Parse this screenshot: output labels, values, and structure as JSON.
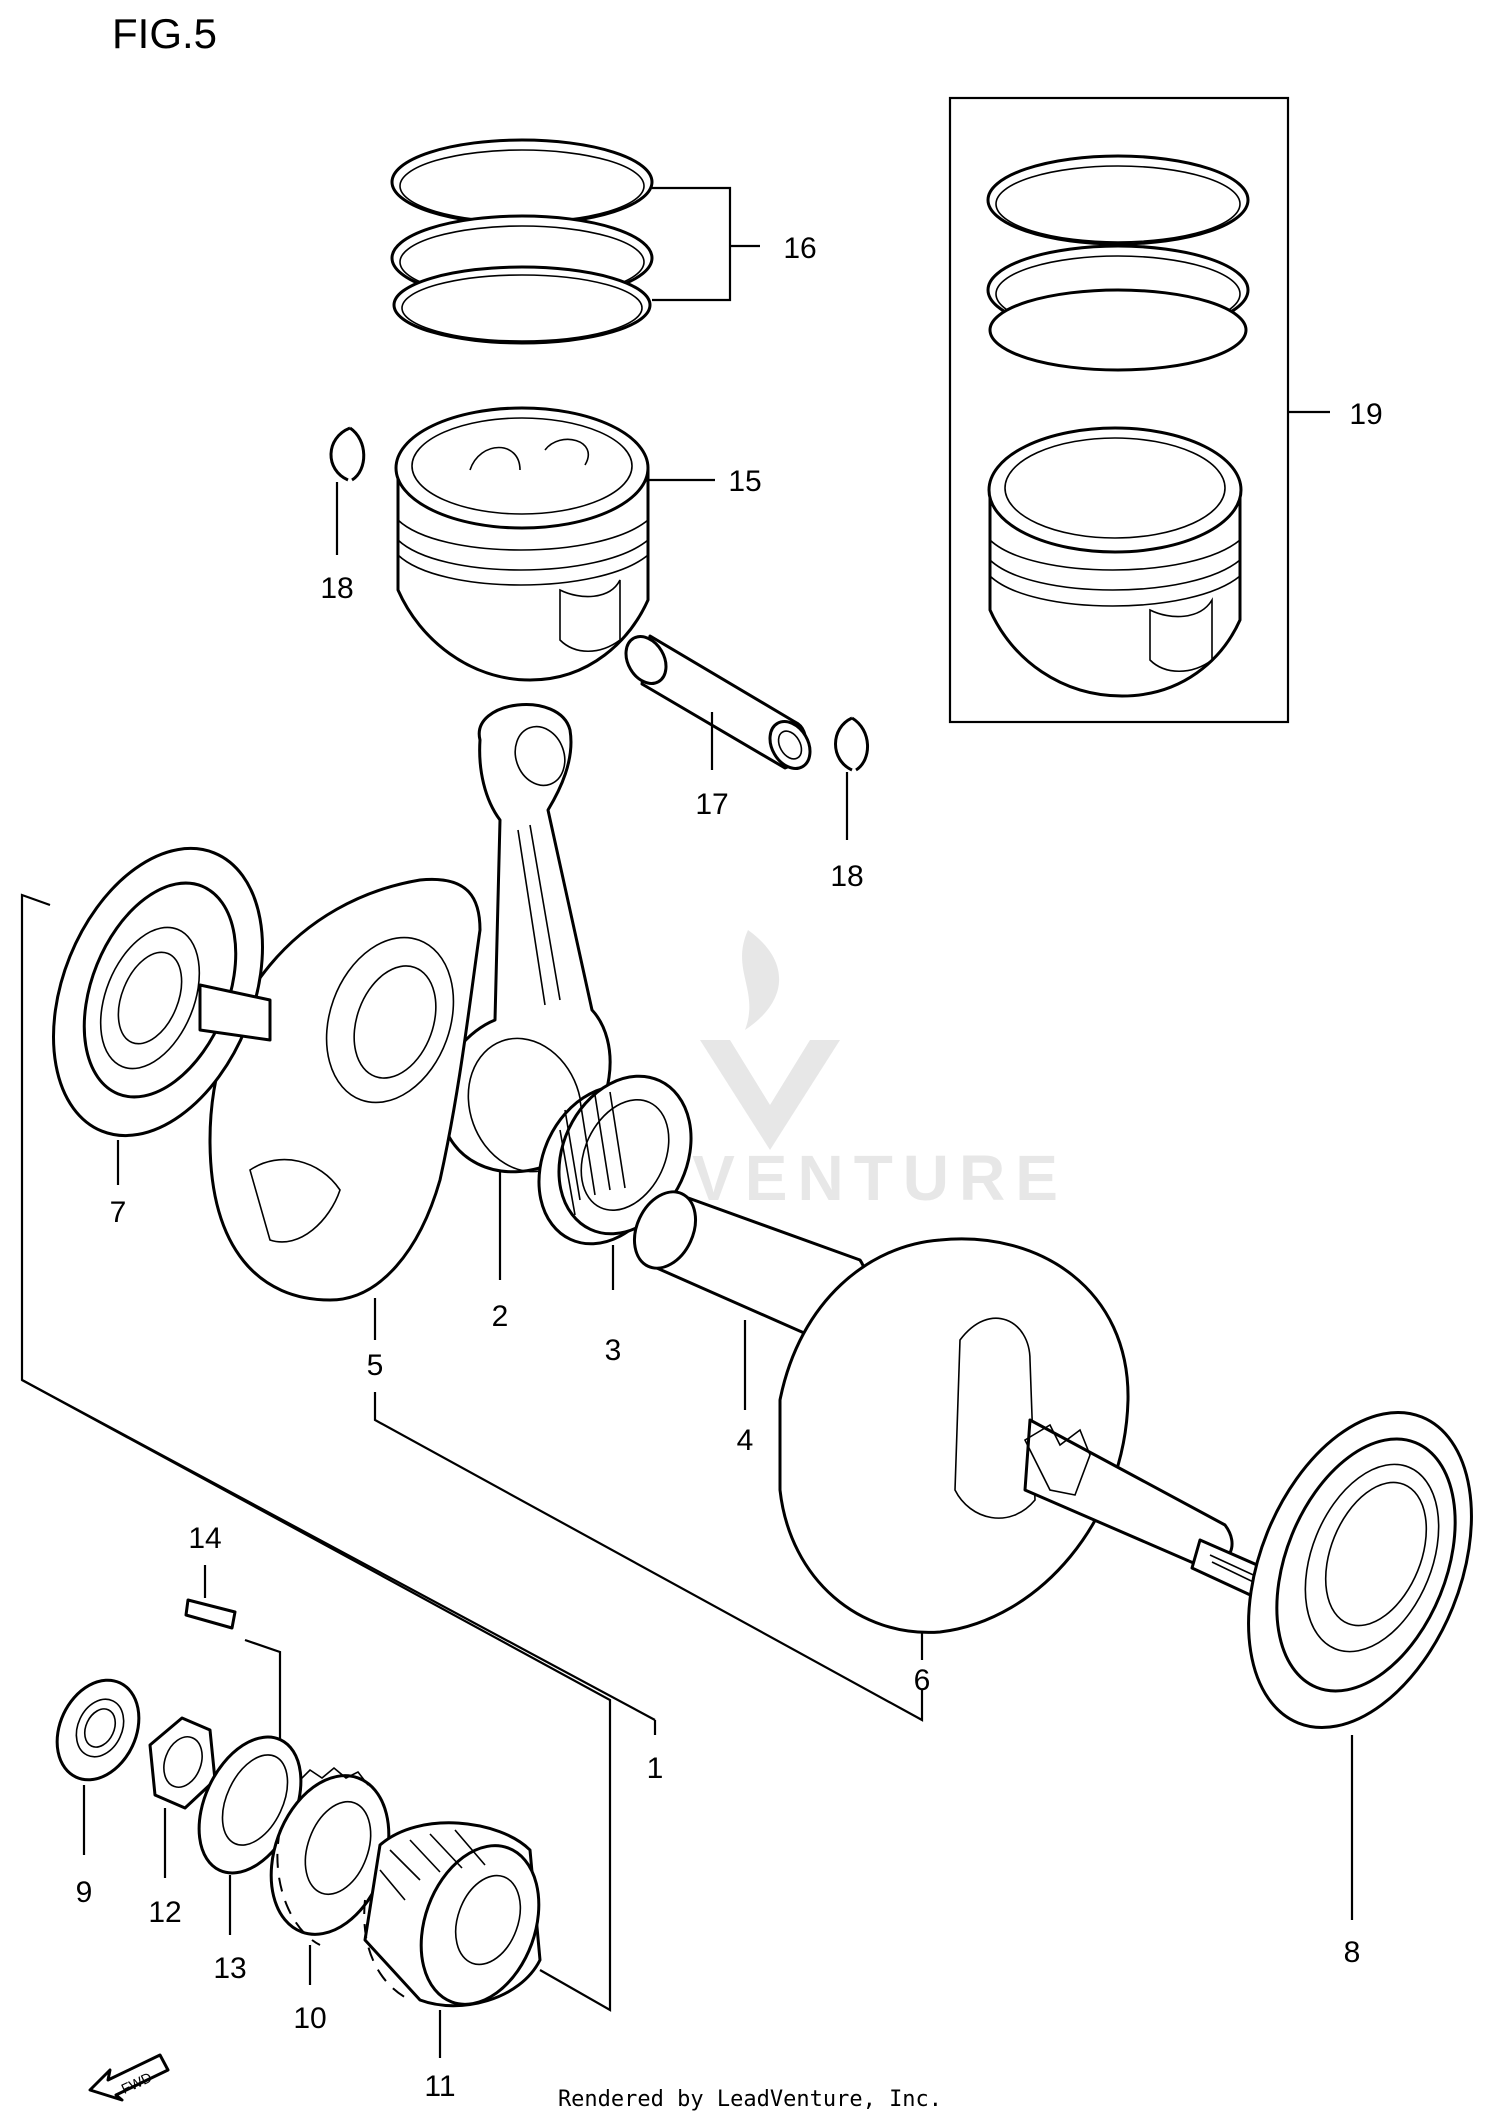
{
  "figure": {
    "title": "FIG.5",
    "credit": "Rendered by LeadVenture, Inc.",
    "watermark": "VENTURE",
    "fwd_label": "FWD"
  },
  "callouts": {
    "c1": "1",
    "c2": "2",
    "c3": "3",
    "c4": "4",
    "c5": "5",
    "c6": "6",
    "c7": "7",
    "c8": "8",
    "c9": "9",
    "c10": "10",
    "c11": "11",
    "c12": "12",
    "c13": "13",
    "c14": "14",
    "c15": "15",
    "c16": "16",
    "c17": "17",
    "c18a": "18",
    "c18b": "18",
    "c19": "19"
  }
}
